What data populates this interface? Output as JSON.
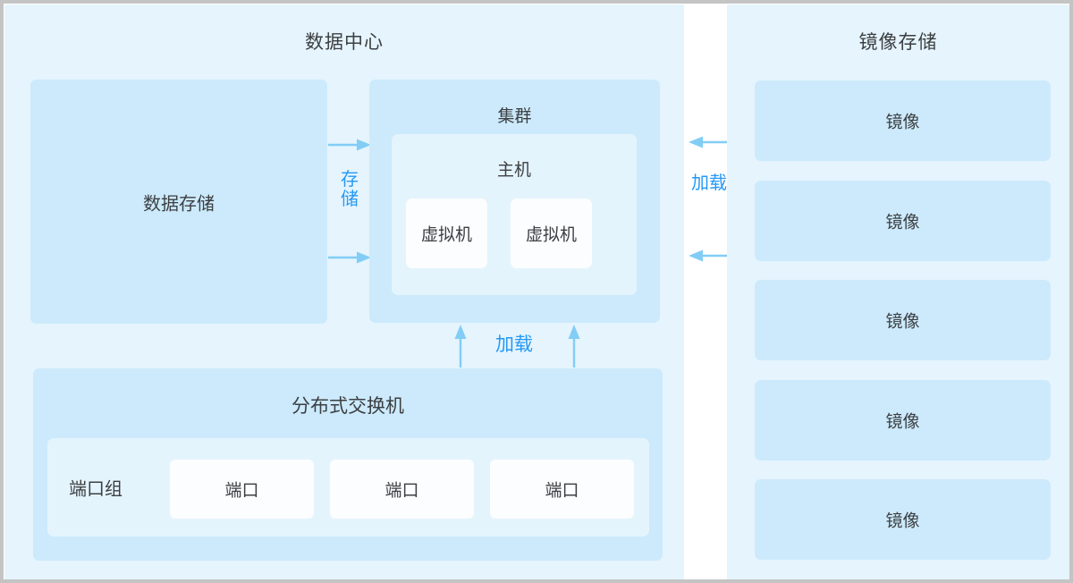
{
  "diagram": {
    "title_datacenter": "数据中心",
    "title_image_storage": "镜像存储"
  },
  "datacenter": {
    "data_storage": {
      "label": "数据存储"
    },
    "cluster": {
      "label": "集群",
      "host": {
        "label": "主机",
        "vms": [
          {
            "label": "虚拟机"
          },
          {
            "label": "虚拟机"
          }
        ]
      }
    },
    "switch": {
      "label": "分布式交换机",
      "port_group_label": "端口组",
      "ports": [
        {
          "label": "端口"
        },
        {
          "label": "端口"
        },
        {
          "label": "端口"
        }
      ]
    }
  },
  "image_storage": {
    "title": "镜像存储",
    "items": [
      {
        "label": "镜像"
      },
      {
        "label": "镜像"
      },
      {
        "label": "镜像"
      },
      {
        "label": "镜像"
      },
      {
        "label": "镜像"
      }
    ]
  },
  "edges": {
    "storage_label": "存储",
    "load_right_label": "加载",
    "load_up_label": "加载"
  },
  "colors": {
    "panel_bg": "#e5f4fd",
    "box_mid": "#cceafc",
    "box_light": "#e4f4fd",
    "box_white": "#fbfdfe",
    "accent_arrow": "#82cdf6",
    "accent_text": "#2699f5",
    "text": "#3c3f42",
    "frame": "#c4c4c4"
  }
}
